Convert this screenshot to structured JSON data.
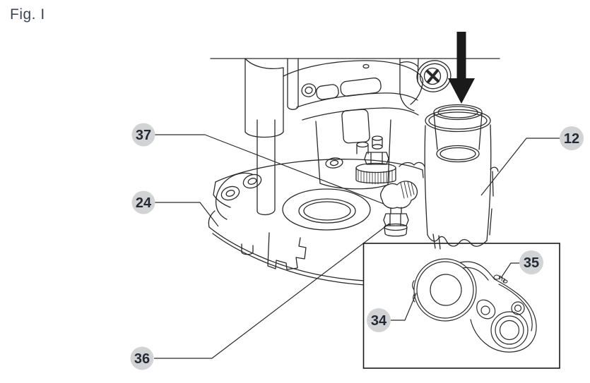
{
  "figure": {
    "label": "Fig. I"
  },
  "callouts": {
    "n37": "37",
    "n24": "24",
    "n36": "36",
    "n12": "12",
    "n35": "35",
    "n34": "34"
  },
  "icons": {
    "down_arrow": "down-arrow-icon"
  },
  "colors": {
    "background": "#ffffff",
    "line": "#2a2a2a",
    "arrow_fill": "#1a1a1a",
    "callout_fill": "#d2d3d5",
    "callout_text": "#232936",
    "inset_border": "#1a1a1a"
  }
}
